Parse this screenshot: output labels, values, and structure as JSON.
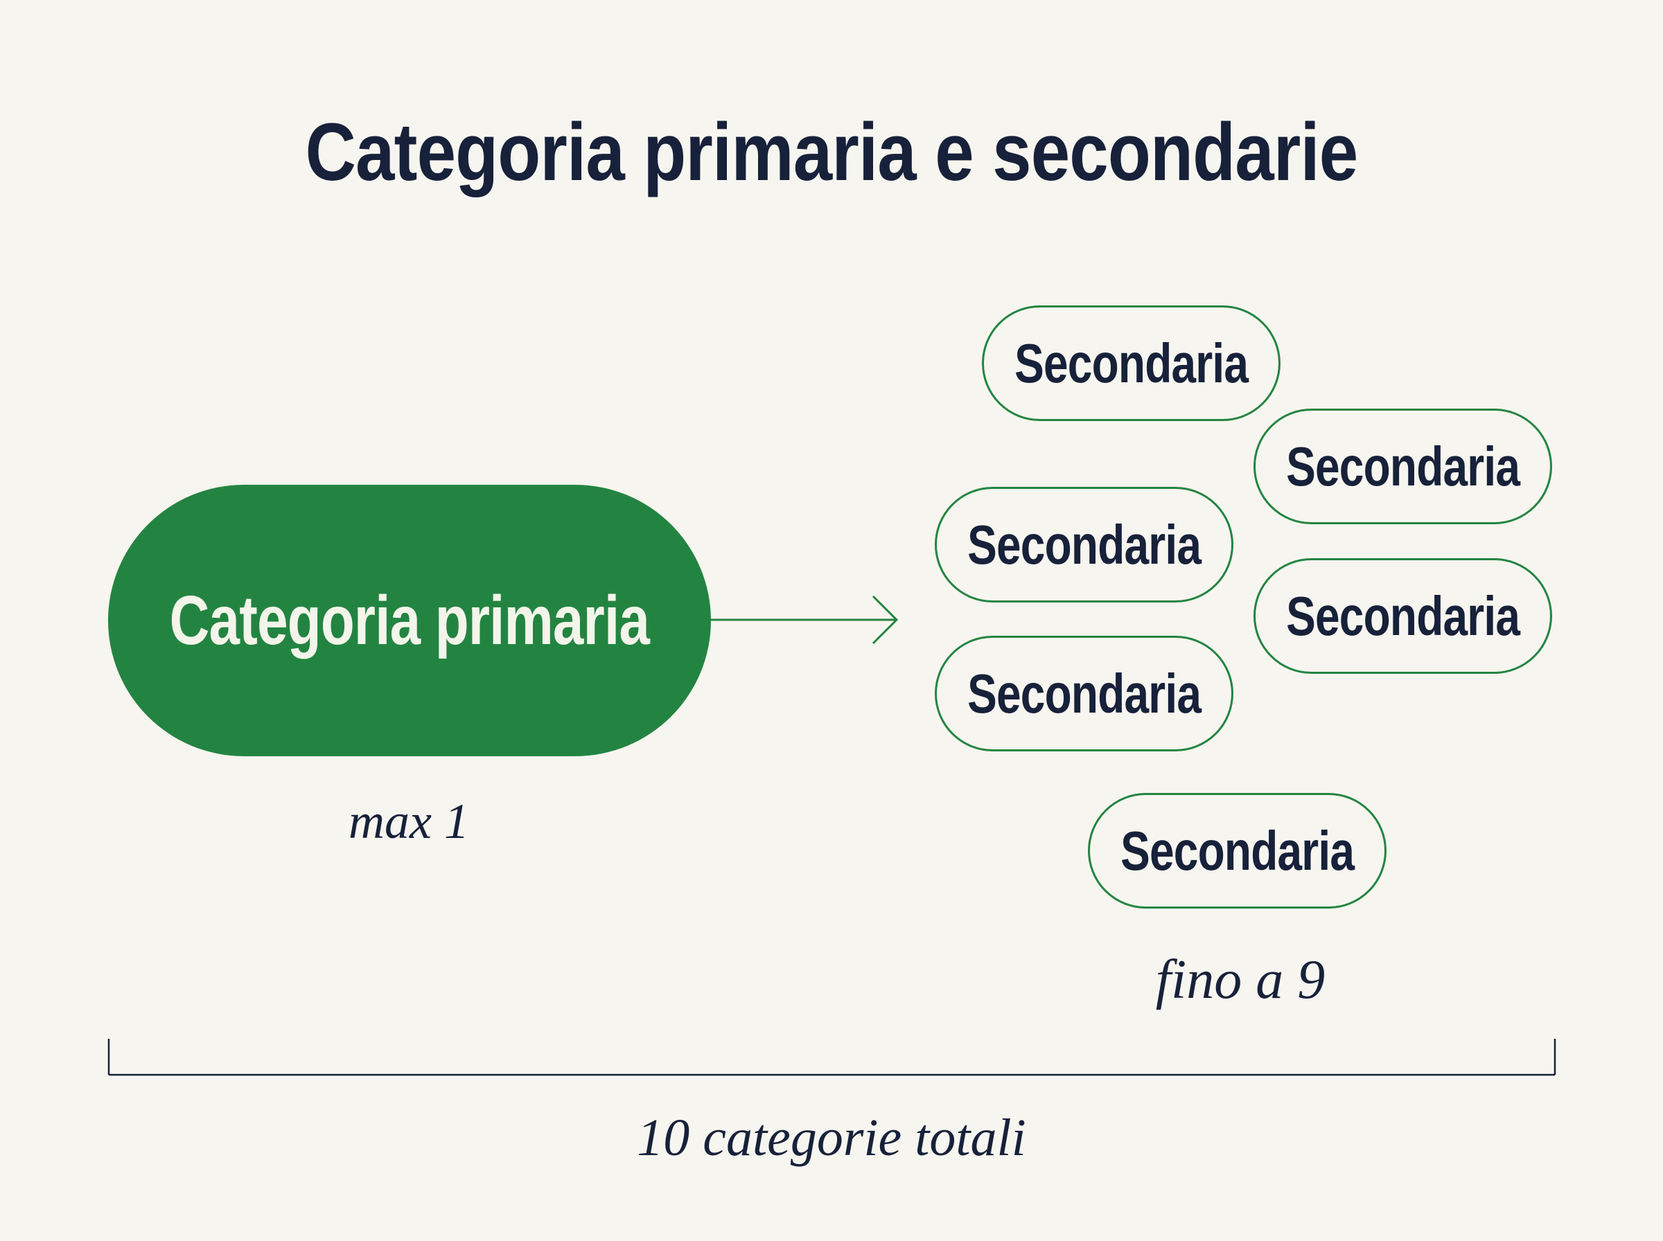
{
  "title": "Categoria primaria e secondarie",
  "primary": {
    "label": "Categoria primaria",
    "caption": "max 1"
  },
  "secondary": {
    "items": [
      {
        "label": "Secondaria"
      },
      {
        "label": "Secondaria"
      },
      {
        "label": "Secondaria"
      },
      {
        "label": "Secondaria"
      },
      {
        "label": "Secondaria"
      },
      {
        "label": "Secondaria"
      }
    ],
    "caption": "fino a 9"
  },
  "total_caption": "10 categorie totali",
  "colors": {
    "background": "#f7f5ef",
    "accent": "#238442",
    "text": "#17213a"
  }
}
